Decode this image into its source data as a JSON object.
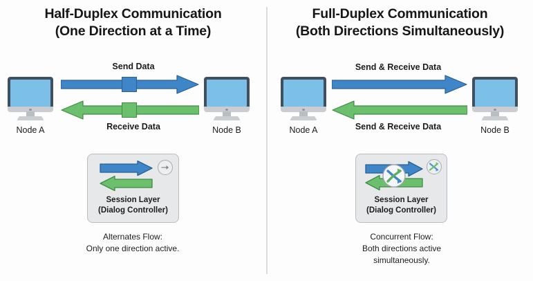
{
  "diagram": {
    "background": "#fdfdfd",
    "divider_color": "#dcdcdc",
    "colors": {
      "blue_arrow": "#3e86c8",
      "blue_arrow_stroke": "#2b5f90",
      "green_arrow": "#6cbf6c",
      "green_arrow_stroke": "#3f8c45",
      "screen_blue": "#7cc0e8",
      "monitor_frame": "#3f5161",
      "session_box_fill": "#e6e8ea",
      "session_box_border": "#b9bcc0",
      "text": "#1c1c1c"
    }
  },
  "left_panel": {
    "title_line1": "Half-Duplex Communication",
    "title_line2": "(One Direction at a Time)",
    "top_flow_label": "Send Data",
    "bottom_flow_label": "Receive Data",
    "node_a_label": "Node A",
    "node_b_label": "Node B",
    "session": {
      "title": "Session Layer",
      "subtitle": "(Dialog Controller)",
      "badge_icon": "right-arrow-circle-icon"
    },
    "caption_line1": "Alternates Flow:",
    "caption_line2": "Only one direction active.",
    "caption_line3": ""
  },
  "right_panel": {
    "title_line1": "Full-Duplex Communication",
    "title_line2": "(Both Directions Simultaneously)",
    "top_flow_label": "Send & Receive Data",
    "bottom_flow_label": "Send & Receive Data",
    "node_a_label": "Node A",
    "node_b_label": "Node B",
    "session": {
      "title": "Session Layer",
      "subtitle": "(Dialog Controller)",
      "badge_icon": "shuffle-circle-icon",
      "center_icon": "shuffle-circle-icon"
    },
    "caption_line1": "Concurrent Flow:",
    "caption_line2": "Both directions active",
    "caption_line3": "simultaneously."
  }
}
